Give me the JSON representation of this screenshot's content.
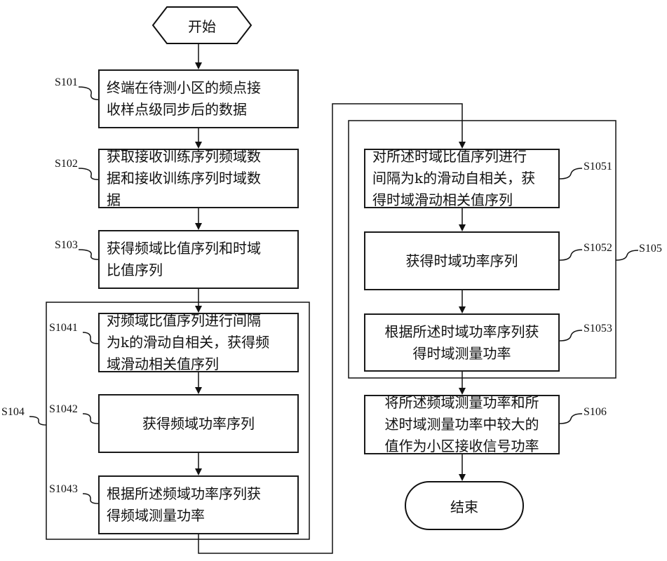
{
  "start": "开始",
  "end": "结束",
  "steps": {
    "s101": {
      "id": "S101",
      "text": "终端在待测小区的频点接\n收样点级同步后的数据"
    },
    "s102": {
      "id": "S102",
      "text": "获取接收训练序列频域数\n据和接收训练序列时域数\n据"
    },
    "s103": {
      "id": "S103",
      "text": "获得频域比值序列和时域\n比值序列"
    },
    "s104": {
      "id": "S104"
    },
    "s1041": {
      "id": "S1041",
      "text": "对频域比值序列进行间隔\n为k的滑动自相关，获得频\n域滑动相关值序列"
    },
    "s1042": {
      "id": "S1042",
      "text": "获得频域功率序列"
    },
    "s1043": {
      "id": "S1043",
      "text": "根据所述频域功率序列获\n得频域测量功率"
    },
    "s105": {
      "id": "S105"
    },
    "s1051": {
      "id": "S1051",
      "text": "对所述时域比值序列进行\n间隔为k的滑动自相关，获\n得时域滑动相关值序列"
    },
    "s1052": {
      "id": "S1052",
      "text": "获得时域功率序列"
    },
    "s1053": {
      "id": "S1053",
      "text": "根据所述时域功率序列获\n得时域测量功率"
    },
    "s106": {
      "id": "S106",
      "text": "将所述频域测量功率和所\n述时域测量功率中较大的\n值作为小区接收信号功率"
    }
  }
}
